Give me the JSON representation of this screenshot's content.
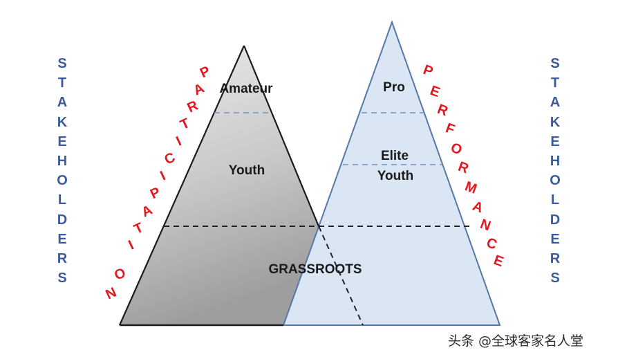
{
  "diagram": {
    "type": "dual-pyramid",
    "left_pyramid": {
      "name": "Participation",
      "side_label": "PARTICIPATION",
      "tiers": [
        "Amateur",
        "Youth"
      ],
      "fill_top": "#e4e4e4",
      "fill_bottom": "#a9a9a9",
      "stroke": "#1a1a1a"
    },
    "right_pyramid": {
      "name": "Performance",
      "side_label": "PERFORMANCE",
      "tiers": [
        "Pro",
        "Elite",
        "Youth"
      ],
      "fill": "#dbe6f4",
      "stroke": "#5577a8"
    },
    "shared_base": "GRASSROOTS",
    "left_side_title": "STAKEHOLDERS",
    "right_side_title": "STAKEHOLDERS"
  },
  "labels": {
    "amateur": "Amateur",
    "youth_left": "Youth",
    "pro": "Pro",
    "elite": "Elite",
    "youth_right": "Youth",
    "grassroots": "GRASSROOTS"
  },
  "stakeholders_left": [
    "S",
    "T",
    "A",
    "K",
    "E",
    "H",
    "O",
    "L",
    "D",
    "E",
    "R",
    "S"
  ],
  "stakeholders_right": [
    "S",
    "T",
    "A",
    "K",
    "E",
    "H",
    "O",
    "L",
    "D",
    "E",
    "R",
    "S"
  ],
  "participation_letters": [
    "P",
    "A",
    "R",
    "T",
    "I",
    "C",
    "I",
    "P",
    "A",
    "T",
    "I",
    "O",
    "N"
  ],
  "performance_letters": [
    "P",
    "E",
    "R",
    "F",
    "O",
    "R",
    "M",
    "A",
    "N",
    "C",
    "E"
  ],
  "colors": {
    "stakeholders_text": "#3b5b9a",
    "side_label_red": "#e4161f",
    "tier_text": "#1a1a1a",
    "blue_dash": "#7f9cc6",
    "black_dash": "#222222"
  },
  "watermark": "头条 @全球客家名人堂"
}
